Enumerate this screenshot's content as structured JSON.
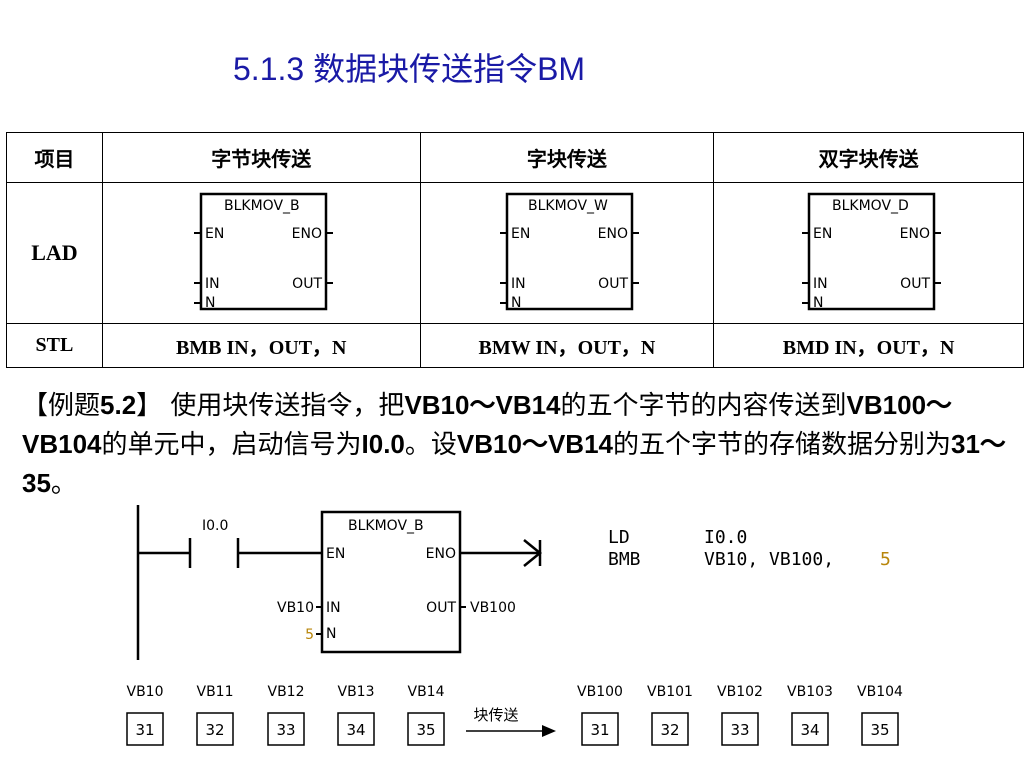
{
  "slide": {
    "title": "5.1.3  数据块传送指令BM"
  },
  "table": {
    "headers": [
      "项目",
      "字节块传送",
      "字块传送",
      "双字块传送"
    ],
    "lad_label": "LAD",
    "stl_label": "STL",
    "boxes": [
      {
        "name": "BLKMOV_B",
        "en": "EN",
        "eno": "ENO",
        "in": "IN",
        "out": "OUT",
        "n": "N"
      },
      {
        "name": "BLKMOV_W",
        "en": "EN",
        "eno": "ENO",
        "in": "IN",
        "out": "OUT",
        "n": "N"
      },
      {
        "name": "BLKMOV_D",
        "en": "EN",
        "eno": "ENO",
        "in": "IN",
        "out": "OUT",
        "n": "N"
      }
    ],
    "stl": [
      "BMB  IN，OUT，N",
      "BMW  IN，OUT，N",
      "BMD  IN，OUT，N"
    ]
  },
  "example": {
    "p1": "【例题",
    "p2": "5.2",
    "p3": "】 使用块传送指令，把",
    "p4": "VB10～VB14",
    "p5": "的五个字节的内容传送到",
    "p6": "VB100～VB104",
    "p7": "的单元中，启动信号为",
    "p8": "I0.0",
    "p9": "。设",
    "p10": "VB10～VB14",
    "p11": "的五个字节的存储数据分别为",
    "p12": "31～35",
    "p13": "。"
  },
  "ladder": {
    "contact": "I0.0",
    "box": "BLKMOV_B",
    "en": "EN",
    "eno": "ENO",
    "in": "IN",
    "out": "OUT",
    "n": "N",
    "in_operand": "VB10",
    "out_operand": "VB100",
    "n_operand": "5",
    "stl_line1_op": "LD",
    "stl_line1_arg": "I0.0",
    "stl_line2_op": "BMB",
    "stl_line2_arg": "VB10, VB100,",
    "stl_line2_n": "5"
  },
  "memory": {
    "source_labels": [
      "VB10",
      "VB11",
      "VB12",
      "VB13",
      "VB14"
    ],
    "source_values": [
      "31",
      "32",
      "33",
      "34",
      "35"
    ],
    "arrow_label": "块传送",
    "dest_labels": [
      "VB100",
      "VB101",
      "VB102",
      "VB103",
      "VB104"
    ],
    "dest_values": [
      "31",
      "32",
      "33",
      "34",
      "35"
    ]
  },
  "colors": {
    "title": "#1a1aa6",
    "n_value": "#b8860b"
  }
}
